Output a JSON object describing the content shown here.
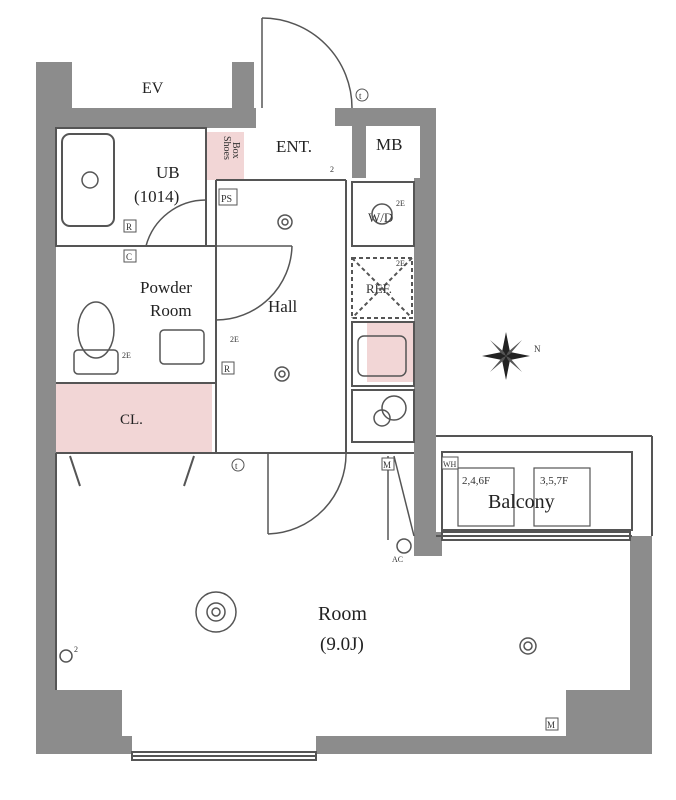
{
  "rooms": {
    "ev": "EV",
    "ent": "ENT.",
    "mb": "MB",
    "ub": "UB",
    "ub_size": "(1014)",
    "shoes_line1": "Shoes",
    "shoes_line2": "Box",
    "ps": "PS",
    "wd": "W/D",
    "ref": "REF.",
    "powder_line1": "Powder",
    "powder_line2": "Room",
    "hall": "Hall",
    "closet": "CL.",
    "room": "Room",
    "room_size": "(9.0J)",
    "balcony": "Balcony",
    "floors_left": "2,4,6F",
    "floors_right": "3,5,7F"
  },
  "symbols": {
    "t": "t",
    "r": "R",
    "c": "C",
    "m": "M",
    "wh": "WH",
    "ac": "AC",
    "two_e": "2E",
    "two": "2",
    "north": "N"
  },
  "colors": {
    "wall": "#8c8c8c",
    "accent_pink": "#f2d6d6"
  }
}
